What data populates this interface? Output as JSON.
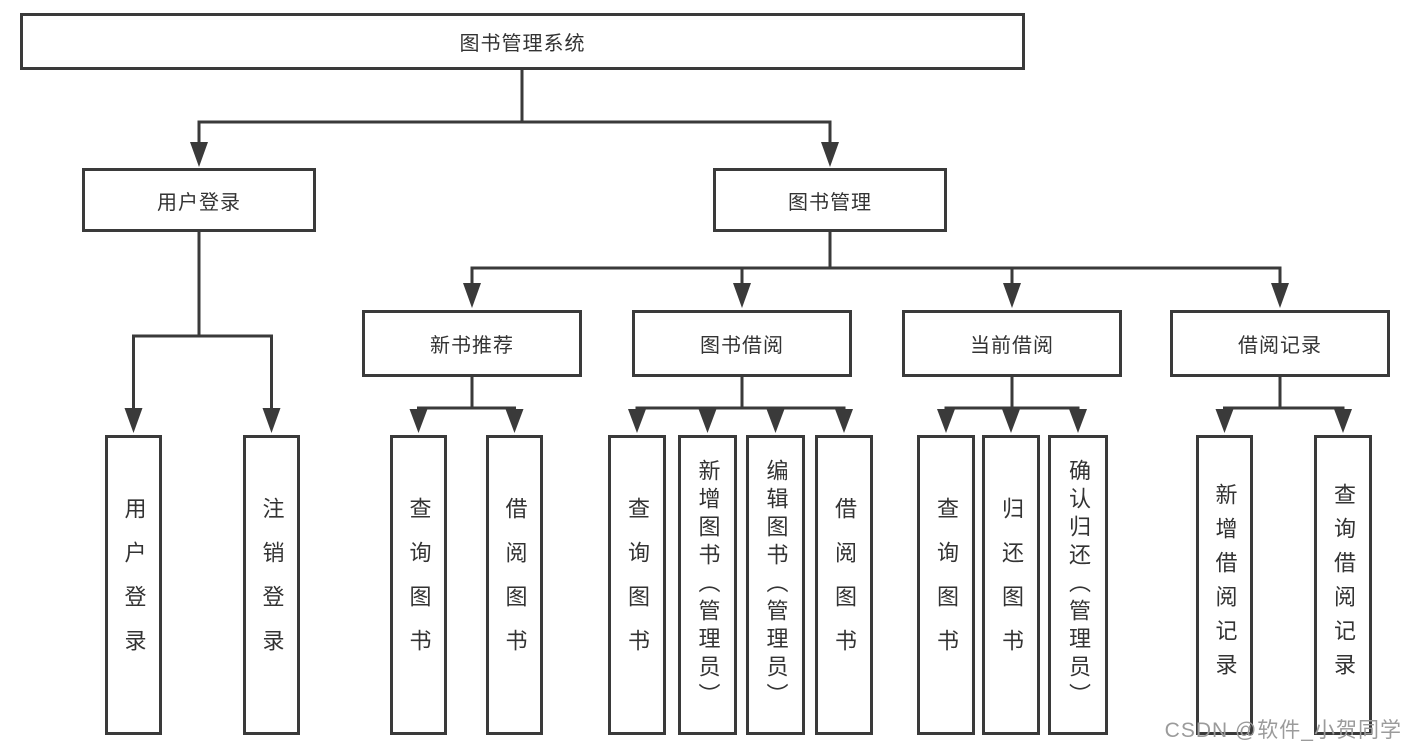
{
  "diagram": {
    "type": "hierarchy-tree",
    "root": {
      "label": "图书管理系统"
    },
    "branches": [
      {
        "label": "用户登录",
        "children": [
          {
            "label": "用户登录"
          },
          {
            "label": "注销登录"
          }
        ]
      },
      {
        "label": "图书管理",
        "children": [
          {
            "label": "新书推荐",
            "children": [
              {
                "label": "查询图书"
              },
              {
                "label": "借阅图书"
              }
            ]
          },
          {
            "label": "图书借阅",
            "children": [
              {
                "label": "查询图书"
              },
              {
                "label": "新增图书（管理员）"
              },
              {
                "label": "编辑图书（管理员）"
              },
              {
                "label": "借阅图书"
              }
            ]
          },
          {
            "label": "当前借阅",
            "children": [
              {
                "label": "查询图书"
              },
              {
                "label": "归还图书"
              },
              {
                "label": "确认归还（管理员）"
              }
            ]
          },
          {
            "label": "借阅记录",
            "children": [
              {
                "label": "新增借阅记录"
              },
              {
                "label": "查询借阅记录"
              }
            ]
          }
        ]
      }
    ]
  },
  "watermark": {
    "text": "CSDN @软件_小贺同学"
  },
  "colors": {
    "line": "#3a3a3a",
    "text": "#333333",
    "box_background": "#ffffff",
    "watermark": "#9b9b9b",
    "page_background": "#ffffff"
  }
}
